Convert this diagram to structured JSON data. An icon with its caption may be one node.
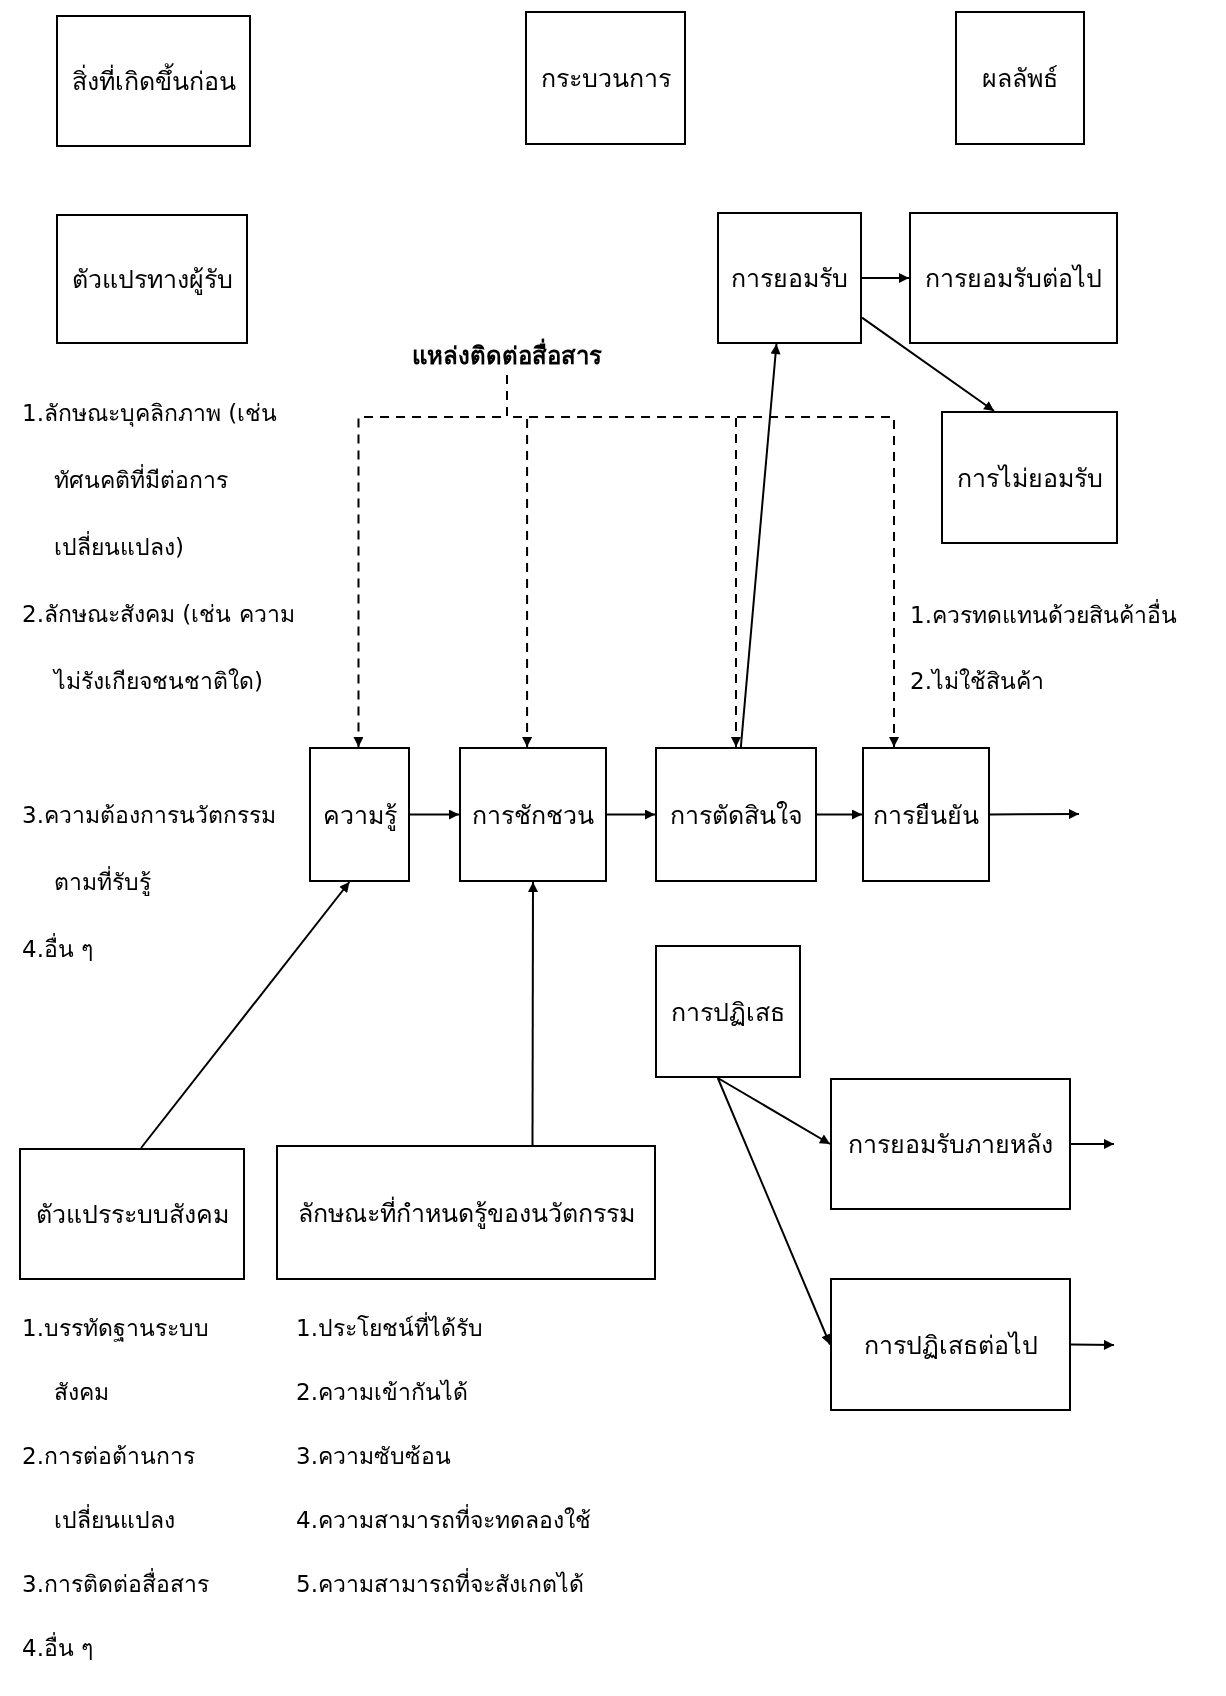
{
  "diagram": {
    "nodes": [
      {
        "text": [
          "สิ่งที่เกิดขึ้นก่อน"
        ]
      },
      {
        "text": [
          "กระบวนการ"
        ]
      },
      {
        "text": [
          "ผลลัพธ์"
        ]
      },
      {
        "text": [
          "ตัวแปรทางผู้รับ"
        ]
      },
      {
        "text": [
          "การยอมรับ"
        ]
      },
      {
        "text": [
          "การยอมรับต่อไป"
        ]
      },
      {
        "text": [
          "แหล่งติดต่อสื่อสาร"
        ]
      },
      {
        "text": [
          "การไม่ยอมรับ"
        ]
      },
      {
        "text": [
          "ความรู้"
        ]
      },
      {
        "text": [
          "การชักชวน"
        ]
      },
      {
        "text": [
          "การตัดสินใจ"
        ]
      },
      {
        "text": [
          "การยืนยัน"
        ]
      },
      {
        "text": [
          "การปฏิเสธ"
        ]
      },
      {
        "text": [
          "การยอมรับภายหลัง"
        ]
      },
      {
        "text": [
          "ตัวแปรระบบสังคม"
        ]
      },
      {
        "text": [
          "ลักษณะที่กำหนดรู้ของนวัตกรรม"
        ]
      },
      {
        "text": [
          "การปฏิเสธต่อไป"
        ]
      }
    ],
    "edges": [
      {
        "from": 4,
        "to": 5,
        "arrow": "to"
      },
      {
        "from": 4,
        "to": 7,
        "arrow": "to"
      },
      {
        "from": 10,
        "to": 4,
        "arrow": "to"
      },
      {
        "from": 6,
        "to": 8,
        "arrow": "to",
        "style": "dashed"
      },
      {
        "from": 6,
        "to": 9,
        "arrow": "to",
        "style": "dashed"
      },
      {
        "from": 6,
        "to": 10,
        "arrow": "to",
        "style": "dashed"
      },
      {
        "from": 6,
        "to": 11,
        "arrow": "to",
        "style": "dashed"
      },
      {
        "from": 8,
        "to": 9,
        "arrow": "to"
      },
      {
        "from": 9,
        "to": 10,
        "arrow": "to"
      },
      {
        "from": 10,
        "to": 11,
        "arrow": "to"
      },
      {
        "from": 11,
        "to": null,
        "arrow": "to"
      },
      {
        "from": 12,
        "to": 13,
        "arrow": "to"
      },
      {
        "from": 12,
        "to": 16,
        "arrow": "to"
      },
      {
        "from": 13,
        "to": null,
        "arrow": "to"
      },
      {
        "from": 16,
        "to": null,
        "arrow": "to"
      },
      {
        "from": 14,
        "to": 8,
        "arrow": "to"
      },
      {
        "from": 15,
        "to": 9,
        "arrow": "to"
      }
    ],
    "labels": [
      "1.ลักษณะบุคลิกภาพ (เช่น ทัศนคติที่มีต่อการเปลี่ยนแปลง)",
      "2.ลักษณะสังคม (เช่น ความไม่รังเกียจชนชาติใด)",
      "3.ความต้องการนวัตกรรมตามที่รับรู้",
      "4.อื่น ๆ",
      "1.ควรทดแทนด้วยสินค้าอื่น",
      "2.ไม่ใช้สินค้า",
      "1.บรรทัดฐานระบบสังคม",
      "2.การต่อต้านการเปลี่ยนแปลง",
      "3.การติดต่อสื่อสาร",
      "4.อื่น ๆ",
      "1.ประโยชน์ที่ได้รับ",
      "2.ความเข้ากันได้",
      "3.ความซับซ้อน",
      "4.ความสามารถที่จะทดลองใช้",
      "5.ความสามารถที่จะสังเกตได้"
    ]
  }
}
